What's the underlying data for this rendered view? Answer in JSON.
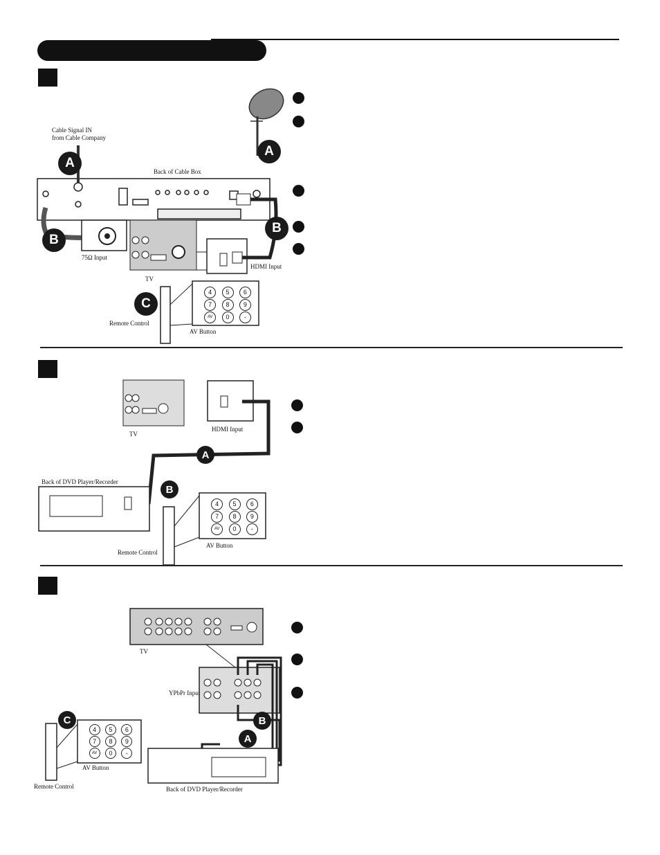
{
  "section1": {
    "cable_signal_label": "Cable Signal IN\nfrom Cable Company",
    "back_of_cable_box": "Back of Cable Box",
    "input_75_ohm": "75Ω Input",
    "tv": "TV",
    "hdmi_input": "HDMI Input",
    "remote_control": "Remote Control",
    "av_button": "AV Button",
    "callouts": [
      "A",
      "A",
      "B",
      "B",
      "C"
    ]
  },
  "section2": {
    "tv": "TV",
    "hdmi_input": "HDMI Input",
    "back_of_dvd": "Back of DVD Player/Recorder",
    "remote_control": "Remote Control",
    "av_button": "AV Button",
    "callouts": [
      "A",
      "B"
    ]
  },
  "section3": {
    "tv": "TV",
    "ypbpr_input": "YPbPr Input",
    "remote_control": "Remote Control",
    "av_button": "AV Button",
    "back_of_dvd": "Back of DVD Player/Recorder",
    "callouts": [
      "A",
      "B",
      "C"
    ]
  },
  "keypad": [
    "4",
    "5",
    "6",
    "7",
    "8",
    "9",
    "AV",
    "0",
    "-"
  ]
}
